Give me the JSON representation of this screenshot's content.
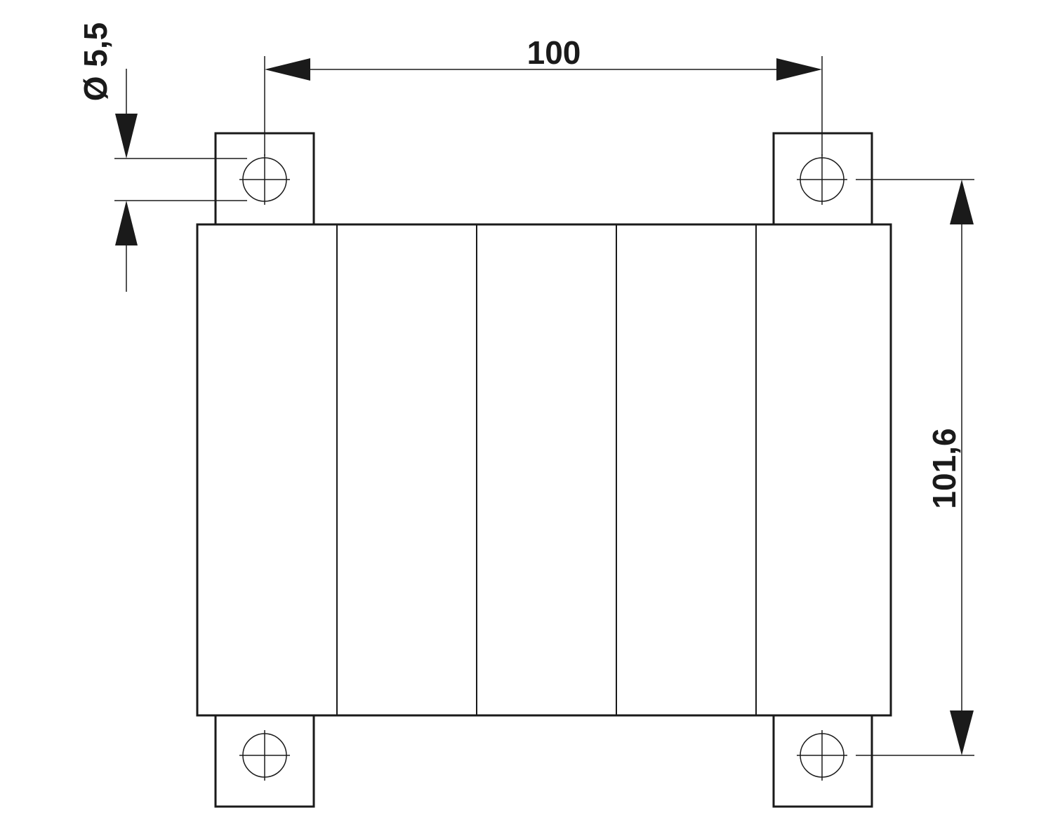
{
  "drawing": {
    "dimensions": {
      "hole_diameter": "Ø 5,5",
      "hole_spacing_horizontal": "100",
      "hole_spacing_vertical": "101,6"
    },
    "module_count": 5,
    "mounting_hole_count": 4,
    "line_color": "#1a1a1a",
    "background_color": "#ffffff"
  }
}
